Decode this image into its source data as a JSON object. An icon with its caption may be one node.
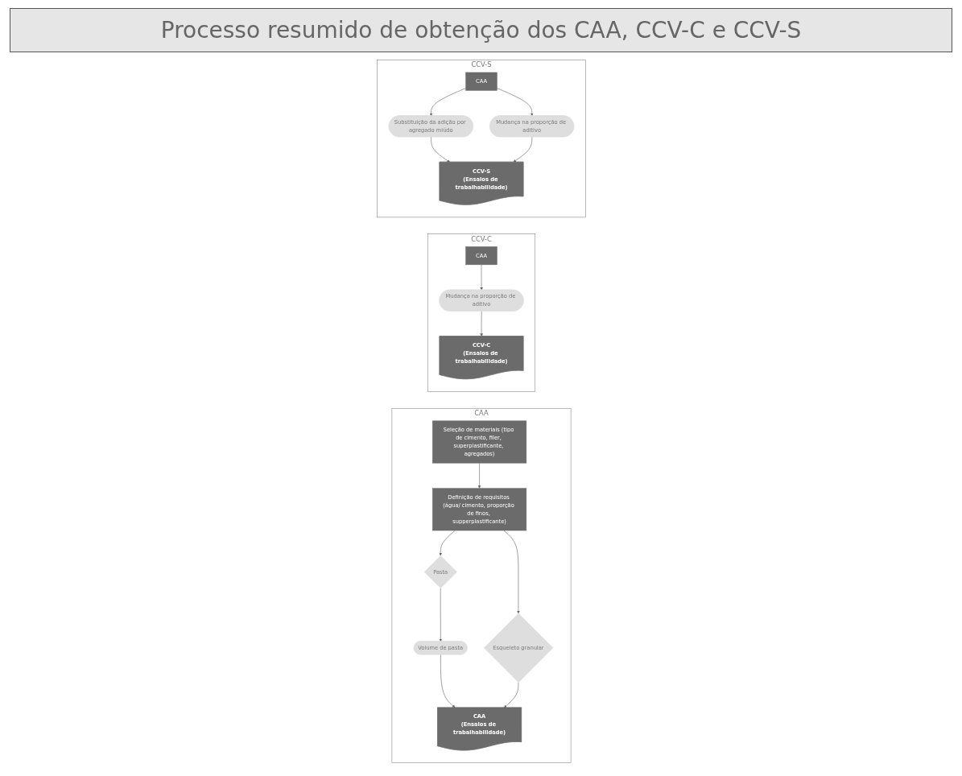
{
  "diagram": {
    "title": "Processo resumido de obtenção dos CAA, CCV-C e CCV-S",
    "nodes": [
      {
        "text": [
          "CAA"
        ]
      },
      {
        "text": [
          "Seleção de materiais (tipo de cimento, filer, superplastificante, agregados)"
        ],
        "in": 0
      },
      {
        "text": [
          "Definição de requisitos (água/ cimento, proporção de finos, supperplastificante)"
        ],
        "in": 0
      },
      {
        "text": [
          "Pasta"
        ],
        "in": 0
      },
      {
        "text": [
          "Volume de pasta"
        ],
        "in": 0
      },
      {
        "text": [
          "Esqueleto granular"
        ],
        "in": 0
      },
      {
        "text": [
          "CAA",
          "(Ensaios de trabalhabilidade)"
        ],
        "in": 0
      },
      {
        "text": [
          "CCV-C"
        ]
      },
      {
        "text": [
          "CAA"
        ],
        "in": 7
      },
      {
        "text": [
          "Mudança na proporção de aditivo"
        ],
        "in": 7
      },
      {
        "text": [
          "CCV-C",
          "(Ensaios de trabalhabilidade)"
        ],
        "in": 7
      },
      {
        "text": [
          "CCV-S"
        ]
      },
      {
        "text": [
          "CAA"
        ],
        "in": 11
      },
      {
        "text": [
          "Substituição da adição por agregado miúdo"
        ],
        "in": 11
      },
      {
        "text": [
          "Mudança na proporção de aditivo"
        ],
        "in": 11
      },
      {
        "text": [
          "CCV-S",
          "(Ensaios de trabalhabilidade)"
        ],
        "in": 11
      }
    ],
    "edges": [
      {
        "from": 1,
        "to": 2,
        "arrow": "to"
      },
      {
        "from": 2,
        "to": 3,
        "arrow": "to"
      },
      {
        "from": 2,
        "to": 5,
        "arrow": "to"
      },
      {
        "from": 3,
        "to": 4,
        "arrow": "to"
      },
      {
        "from": 4,
        "to": 6,
        "arrow": "to"
      },
      {
        "from": 5,
        "to": 6,
        "arrow": "to"
      },
      {
        "from": 8,
        "to": 9,
        "arrow": "to"
      },
      {
        "from": 9,
        "to": 10,
        "arrow": "to"
      },
      {
        "from": 12,
        "to": 13,
        "arrow": "to"
      },
      {
        "from": 12,
        "to": 14,
        "arrow": "to"
      },
      {
        "from": 13,
        "to": 15,
        "arrow": "to"
      },
      {
        "from": 14,
        "to": 15,
        "arrow": "to"
      }
    ]
  }
}
